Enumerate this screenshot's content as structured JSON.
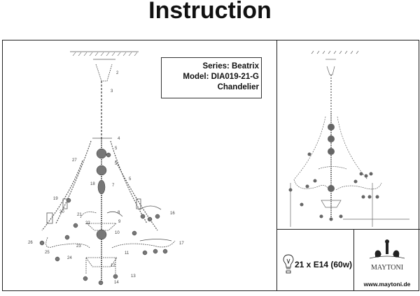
{
  "title": "Instruction",
  "info": {
    "series": "Series: Beatrix",
    "model": "Model: DIA019-21-G",
    "type": "Chandelier"
  },
  "callouts": [
    "2",
    "3",
    "4",
    "5",
    "5",
    "5",
    "18",
    "7",
    "19",
    "20",
    "21",
    "16",
    "8",
    "9",
    "22",
    "10",
    "17",
    "26",
    "23",
    "25",
    "24",
    "11",
    "12",
    "13",
    "14",
    "27"
  ],
  "bulb": {
    "icon": "bulb-icon",
    "text": "21 x E14 (60w)"
  },
  "brand": {
    "logo_text": "MAYTONI",
    "url": "www.maytoni.de"
  }
}
